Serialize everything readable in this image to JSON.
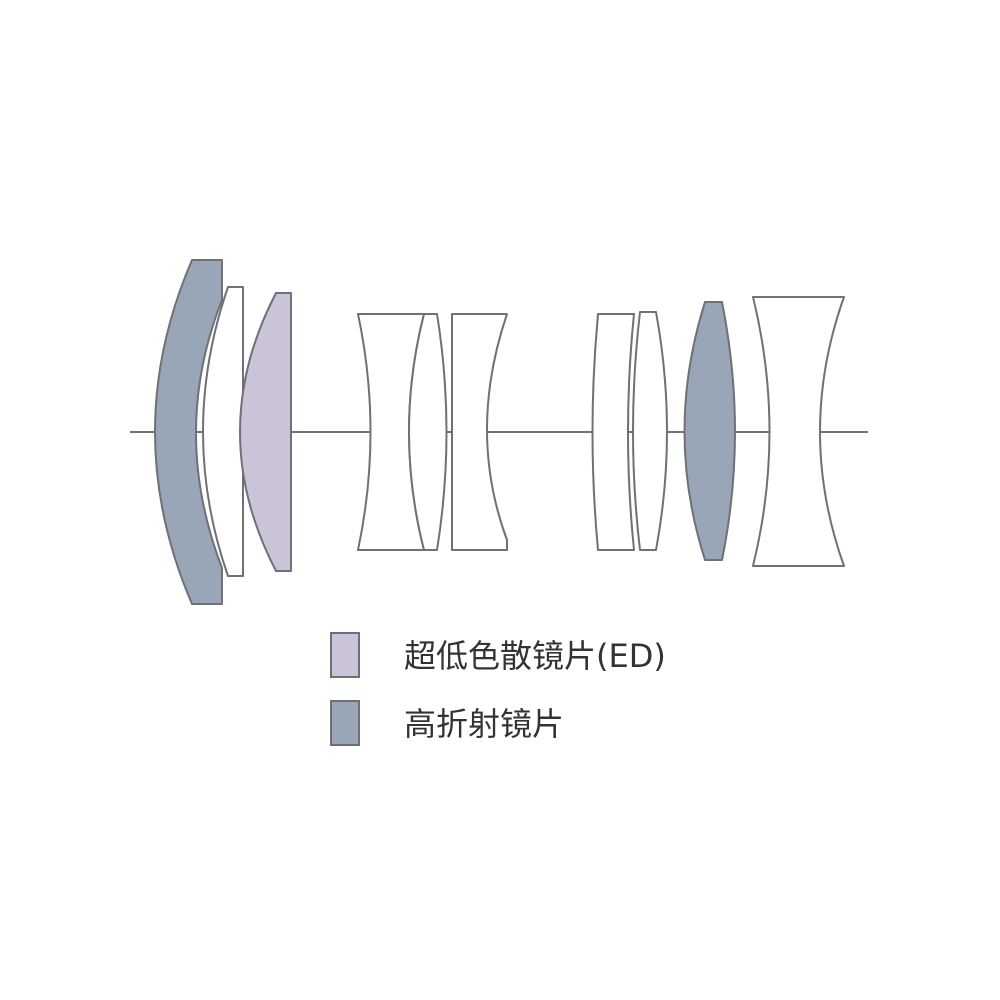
{
  "colors": {
    "outline": "#707075",
    "axis": "#707075",
    "blank": "#ffffff",
    "ed": "#cbc3d8",
    "high_refraction": "#99a6b8"
  },
  "lens_groups": [
    {
      "group": 1,
      "elements": [
        "high_refraction",
        "blank",
        "ed"
      ]
    },
    {
      "group": 2,
      "elements": [
        "blank",
        "blank",
        "blank"
      ]
    },
    {
      "group": 3,
      "elements": [
        "blank",
        "blank",
        "high_refraction",
        "blank"
      ]
    }
  ],
  "legend": {
    "items": [
      {
        "label": "超低色散镜片(ED)",
        "color_key": "ed"
      },
      {
        "label": "高折射镜片",
        "color_key": "high_refraction"
      }
    ]
  }
}
